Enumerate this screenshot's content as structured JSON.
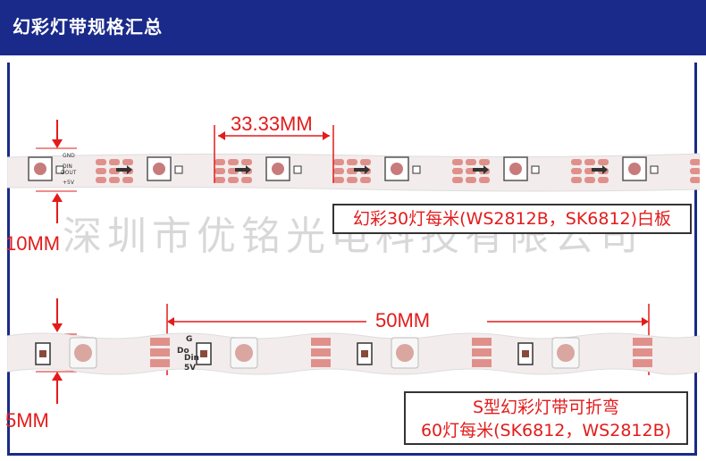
{
  "header": {
    "title": "幻彩灯带规格汇总"
  },
  "strip1": {
    "pitch": "33.33MM",
    "width": "10MM",
    "caption": "幻彩30灯每米(WS2812B，SK6812)白板",
    "chip_labels": {
      "gnd": "GND",
      "din": "DIN",
      "dout": "DOUT",
      "v5": "+5V"
    }
  },
  "strip2": {
    "pitch": "50MM",
    "width": "5MM",
    "caption_line1": "S型幻彩灯带可折弯",
    "caption_line2": "60灯每米(SK6812，WS2812B)",
    "pad_labels": {
      "g": "G",
      "do": "Do",
      "din": "Din",
      "v5": "5V"
    }
  },
  "watermark": "深圳市优铭光电科技有限公司",
  "colors": {
    "header_bg": "#1a2a8a",
    "accent": "#e31b1b"
  }
}
